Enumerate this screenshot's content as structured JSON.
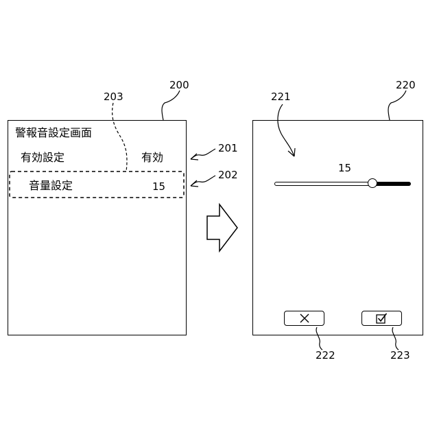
{
  "labels": {
    "screen_left": "200",
    "screen_right": "220",
    "item_enable": "201",
    "item_volume": "202",
    "selection": "203",
    "slider": "221",
    "cancel": "222",
    "confirm": "223"
  },
  "left_screen": {
    "title": "警報音設定画面",
    "items": [
      {
        "label": "有効設定",
        "value": "有効"
      },
      {
        "label": "音量設定",
        "value": "15"
      }
    ]
  },
  "right_screen": {
    "slider_value": "15",
    "slider_fraction": 0.72,
    "cancel_icon": "x-icon",
    "confirm_icon": "checkbox-check-icon"
  }
}
